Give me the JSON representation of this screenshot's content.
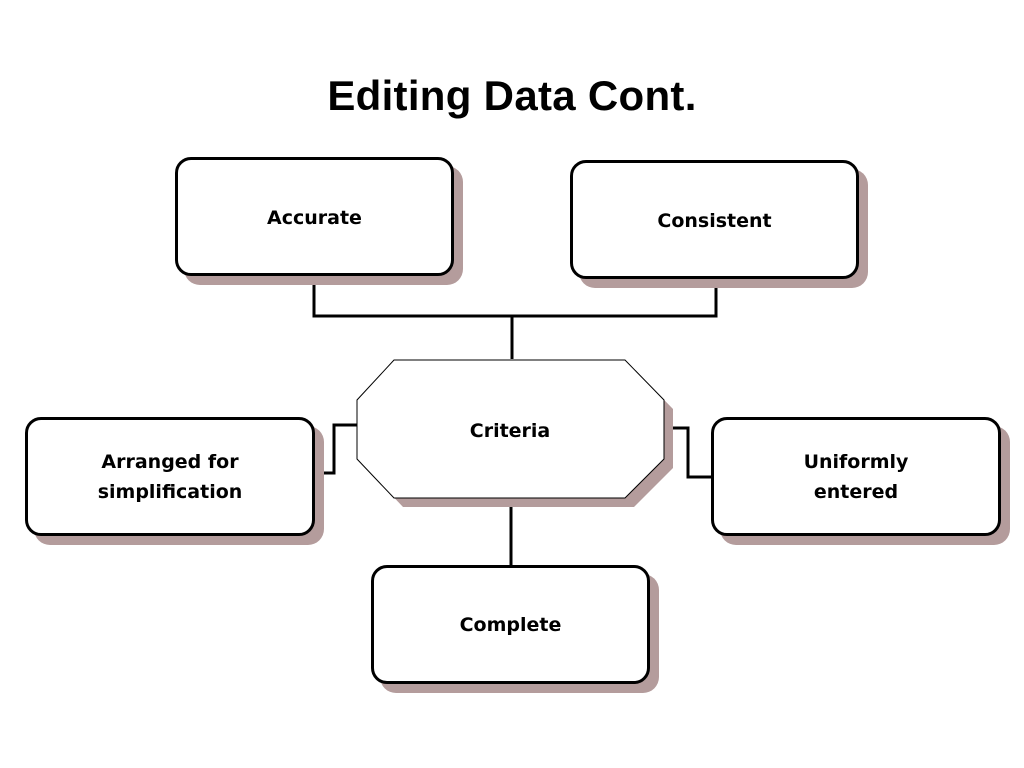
{
  "title": "Editing Data Cont.",
  "diagram": {
    "center": {
      "label": "Criteria"
    },
    "nodes": {
      "accurate": {
        "label": "Accurate"
      },
      "consistent": {
        "label": "Consistent"
      },
      "arranged": {
        "lines": [
          "Arranged for",
          "simplification"
        ]
      },
      "uniformly": {
        "lines": [
          "Uniformly",
          "entered"
        ]
      },
      "complete": {
        "label": "Complete"
      }
    },
    "colors": {
      "stroke": "#000000",
      "fill": "#ffffff",
      "shadow": "#b49c9c"
    }
  }
}
